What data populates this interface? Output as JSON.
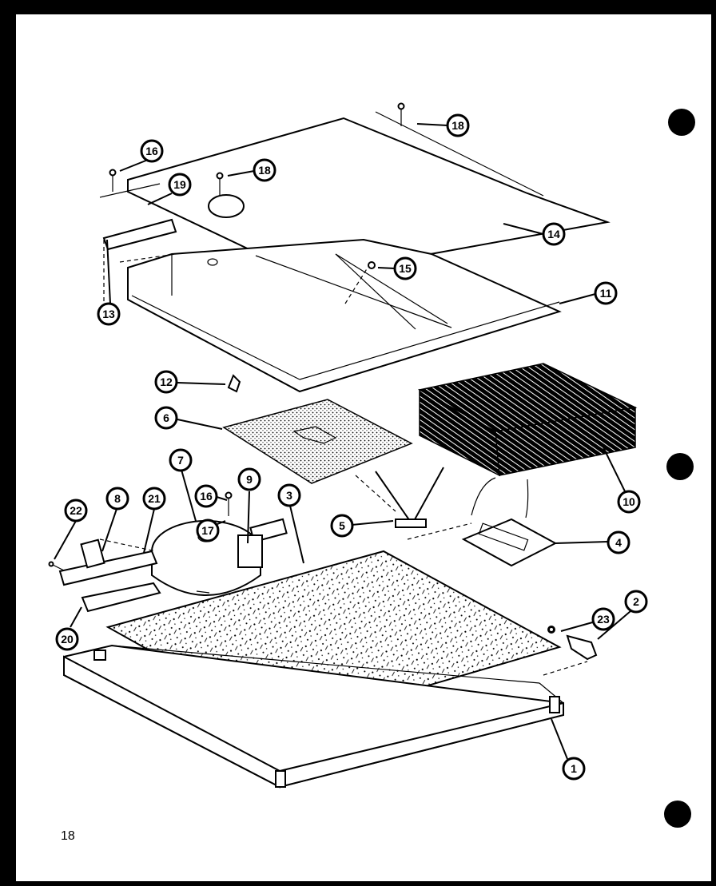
{
  "page_number": "18",
  "callouts": {
    "c1": "1",
    "c2": "2",
    "c3": "3",
    "c4": "4",
    "c5": "5",
    "c6": "6",
    "c7": "7",
    "c8": "8",
    "c9": "9",
    "c10": "10",
    "c11": "11",
    "c12": "12",
    "c13": "13",
    "c14": "14",
    "c15": "15",
    "c16a": "16",
    "c16b": "16",
    "c17": "17",
    "c18a": "18",
    "c18b": "18",
    "c19": "19",
    "c20": "20",
    "c21": "21",
    "c22": "22",
    "c23": "23"
  }
}
